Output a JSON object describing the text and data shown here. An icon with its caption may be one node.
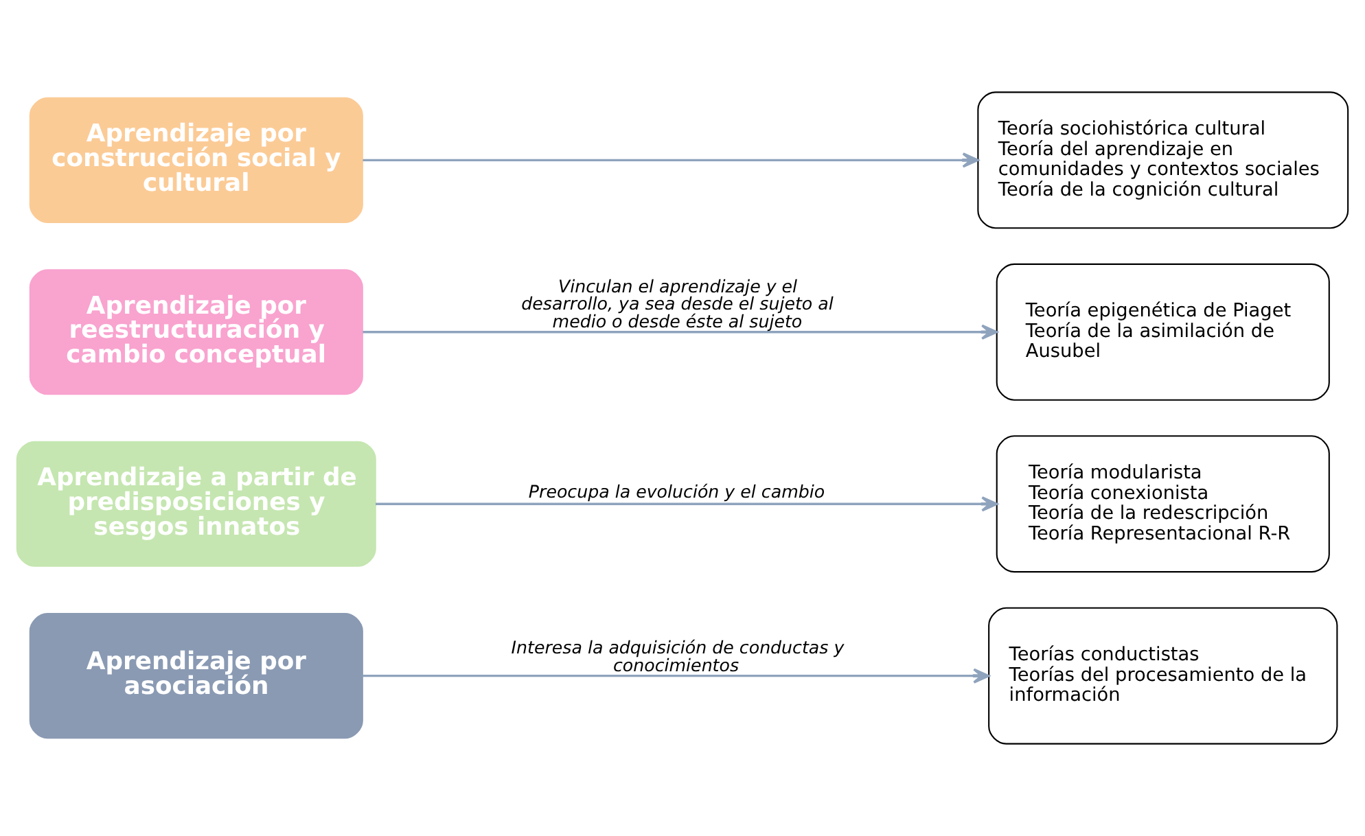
{
  "diagram": {
    "nodes": [
      {
        "text": [
          "Aprendizaje por asociación"
        ]
      },
      {
        "text": [
          "Aprendizaje a partir de predisposiciones y sesgos innatos"
        ]
      },
      {
        "text": [
          "Aprendizaje por reestructuración y cambio conceptual"
        ]
      },
      {
        "text": [
          "Aprendizaje por construcción social y cultural"
        ]
      },
      {
        "text": [
          "Teorías conductistas",
          "Teorías del procesamiento de la información"
        ]
      },
      {
        "text": [
          "Teoría modularista",
          "Teoría conexionista",
          "Teoría de la redescripción",
          "Teoría Representacional R-R"
        ]
      },
      {
        "text": [
          "Teoría epigenética de Piaget",
          "Teoría de la asimilación de Ausubel"
        ]
      },
      {
        "text": [
          "Teoría sociohistórica cultural",
          "Teoría del aprendizaje en comunidades y contextos sociales",
          "Teoría de la cognición cultural"
        ]
      }
    ],
    "edges": [
      {
        "from": 0,
        "to": 4,
        "arrow": "to",
        "label": "Interesa la adquisición de conductas y conocimientos"
      },
      {
        "from": 1,
        "to": 5,
        "arrow": "to",
        "label": "Preocupa la evolución y el cambio"
      },
      {
        "from": 2,
        "to": 6,
        "arrow": "to",
        "label": "Vinculan el aprendizaje y el desarrollo, ya sea desde el sujeto al medio o desde éste al sujeto"
      },
      {
        "from": 3,
        "to": 7,
        "arrow": "to"
      }
    ]
  }
}
